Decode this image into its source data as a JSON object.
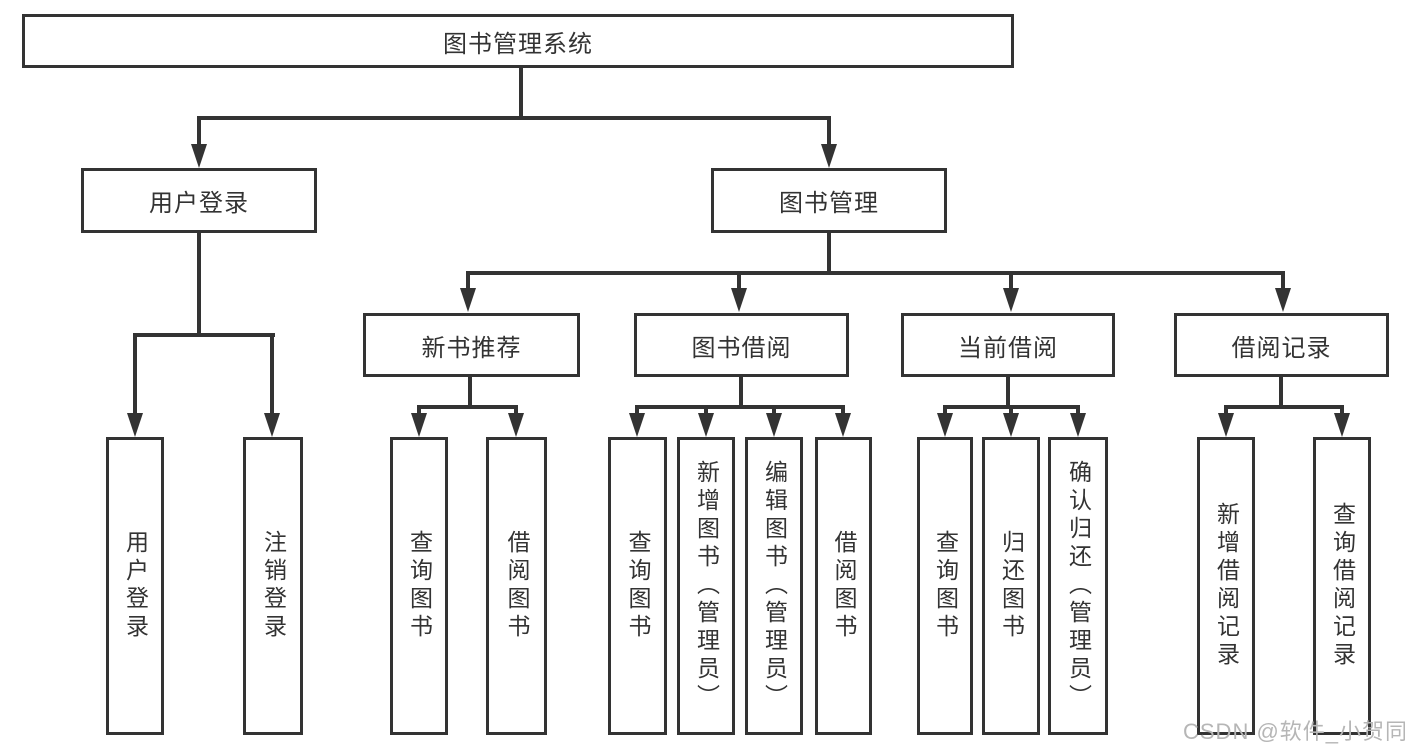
{
  "diagram_title": "图书管理系统",
  "tree": {
    "label": "图书管理系统",
    "children": [
      {
        "label": "用户登录",
        "children": [
          {
            "label": "用户登录"
          },
          {
            "label": "注销登录"
          }
        ]
      },
      {
        "label": "图书管理",
        "children": [
          {
            "label": "新书推荐",
            "children": [
              {
                "label": "查询图书"
              },
              {
                "label": "借阅图书"
              }
            ]
          },
          {
            "label": "图书借阅",
            "children": [
              {
                "label": "查询图书"
              },
              {
                "label": "新增图书（管理员）"
              },
              {
                "label": "编辑图书（管理员）"
              },
              {
                "label": "借阅图书"
              }
            ]
          },
          {
            "label": "当前借阅",
            "children": [
              {
                "label": "查询图书"
              },
              {
                "label": "归还图书"
              },
              {
                "label": "确认归还（管理员）"
              }
            ]
          },
          {
            "label": "借阅记录",
            "children": [
              {
                "label": "新增借阅记录"
              },
              {
                "label": "查询借阅记录"
              }
            ]
          }
        ]
      }
    ]
  },
  "watermark": "CSDN @软件_小贺同学",
  "colors": {
    "line": "#333333",
    "text": "#333333",
    "watermark": "#b6b6b6",
    "background": "#ffffff"
  }
}
